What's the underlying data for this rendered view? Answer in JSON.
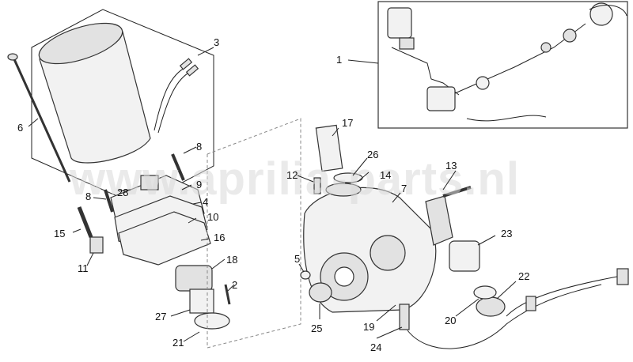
{
  "watermark": "www.aprilia-parts.nl",
  "callouts": [
    "1",
    "2",
    "3",
    "4",
    "5",
    "6",
    "7",
    "8",
    "8",
    "9",
    "10",
    "11",
    "12",
    "13",
    "14",
    "15",
    "16",
    "17",
    "18",
    "19",
    "20",
    "21",
    "22",
    "23",
    "24",
    "25",
    "26",
    "27",
    "28"
  ],
  "colors": {
    "line": "#222222",
    "part_fill": "#f2f2f2",
    "part_shade": "#e2e2e2",
    "watermark": "#d8d8d8"
  }
}
